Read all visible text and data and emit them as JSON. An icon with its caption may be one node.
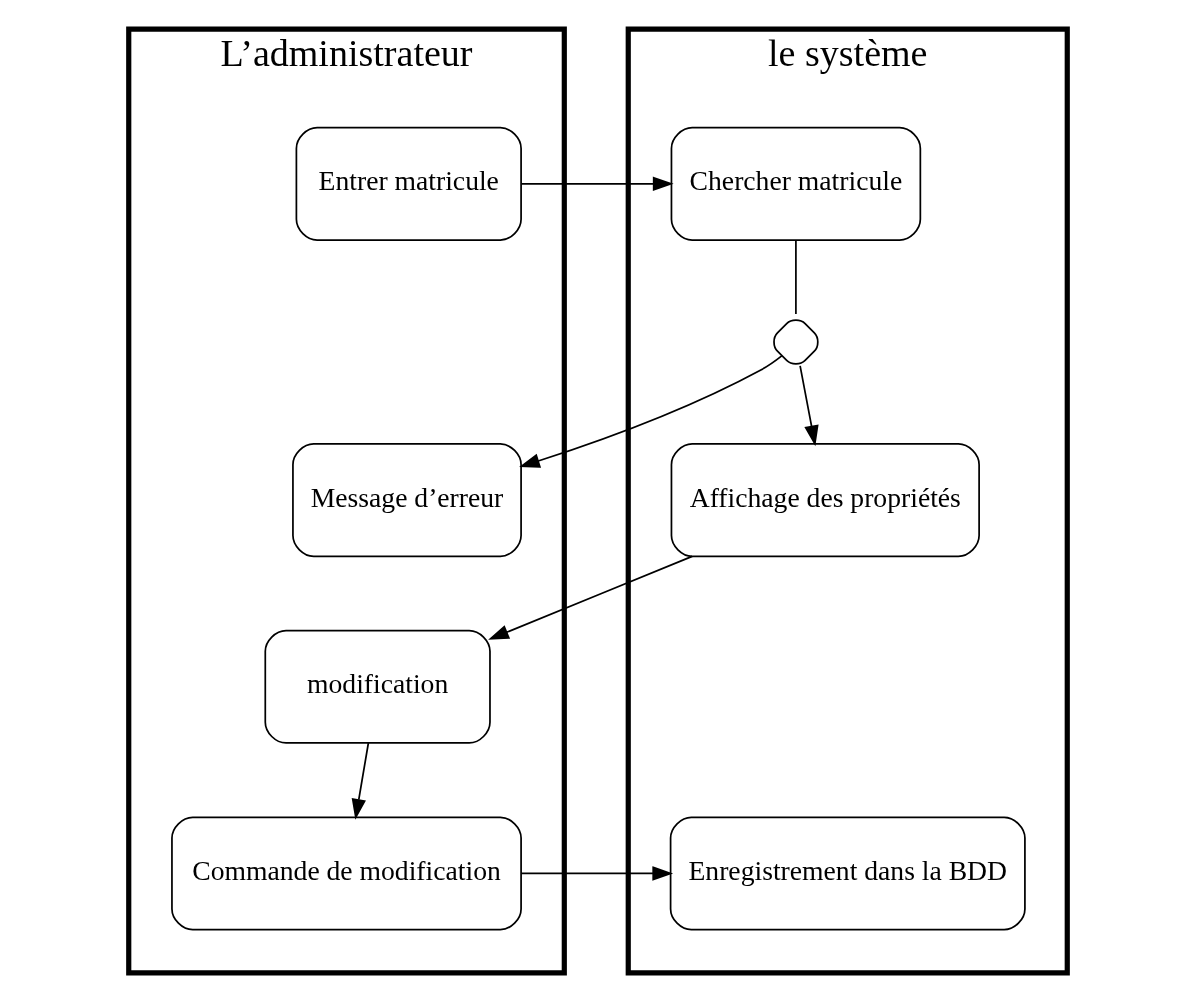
{
  "diagram": {
    "nodes": [
      {
        "text": [
          "L’administrateur"
        ]
      },
      {
        "text": [
          "le système"
        ]
      },
      {
        "text": [
          "Entrer matricule"
        ],
        "in": 0
      },
      {
        "text": [
          "Chercher matricule"
        ],
        "in": 1
      },
      {
        "text": [],
        "shape": "diamond",
        "in": 1
      },
      {
        "text": [
          "Message d’erreur"
        ],
        "in": 0
      },
      {
        "text": [
          "Affichage des propriétés"
        ],
        "in": 1
      },
      {
        "text": [
          "modification"
        ],
        "in": 0
      },
      {
        "text": [
          "Commande de modification"
        ],
        "in": 0
      },
      {
        "text": [
          "Enregistrement dans la BDD"
        ],
        "in": 1
      }
    ],
    "edges": [
      {
        "from": 2,
        "to": 3,
        "arrow": "to"
      },
      {
        "from": 3,
        "to": 4,
        "arrow": "none"
      },
      {
        "from": 4,
        "to": 5,
        "arrow": "to"
      },
      {
        "from": 4,
        "to": 6,
        "arrow": "to"
      },
      {
        "from": 6,
        "to": 7,
        "arrow": "to"
      },
      {
        "from": 7,
        "to": 8,
        "arrow": "to"
      },
      {
        "from": 8,
        "to": 9,
        "arrow": "to"
      }
    ]
  }
}
